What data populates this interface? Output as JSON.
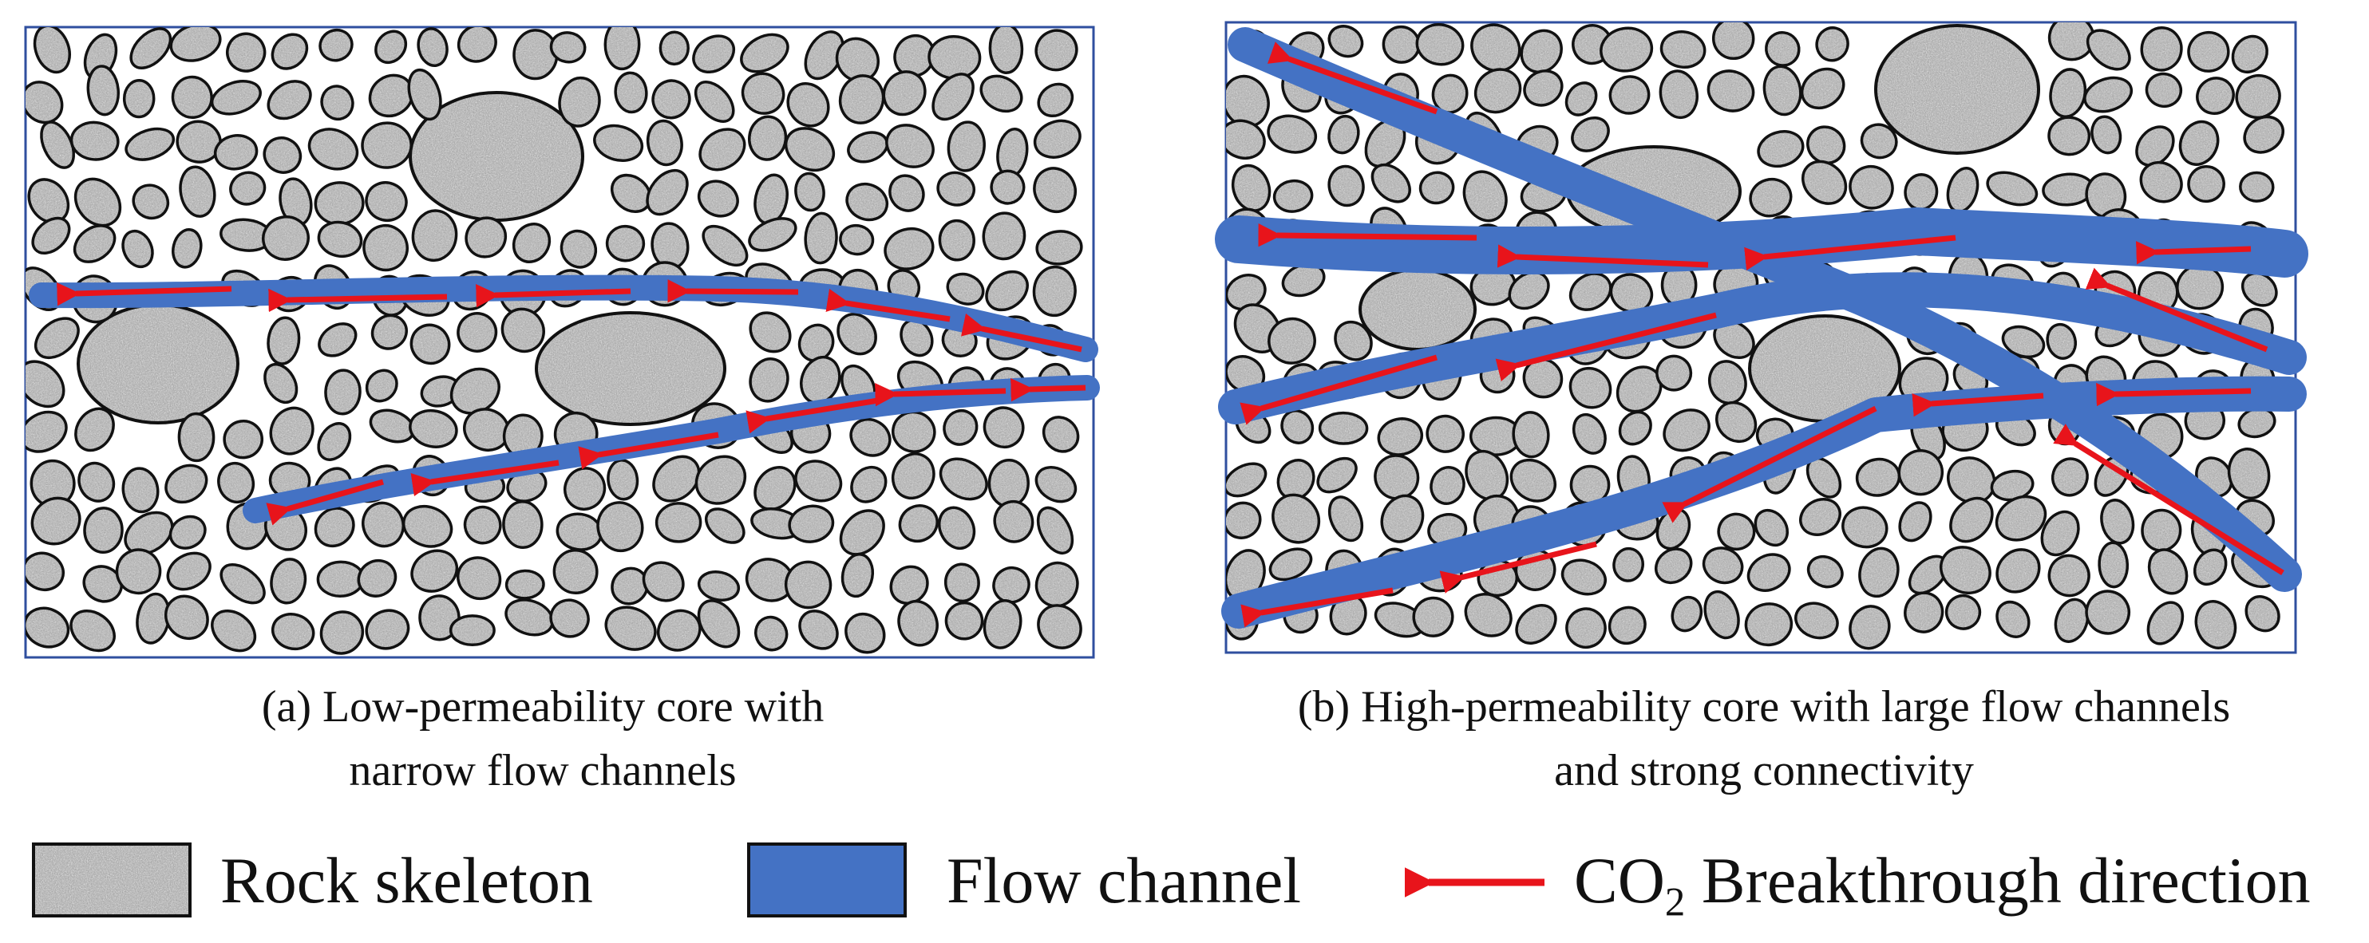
{
  "panels": {
    "a": {
      "caption_line1": "(a) Low-permeability core with",
      "caption_line2": "narrow flow channels"
    },
    "b": {
      "caption_line1": "(b) High-permeability core with large flow channels",
      "caption_line2": "and strong connectivity"
    }
  },
  "legend": {
    "rock_label": "Rock skeleton",
    "channel_label": "Flow channel",
    "co2_main": "CO",
    "co2_sub": "2",
    "co2_rest": " Breakthrough direction"
  },
  "colors": {
    "channel": "#4472C4",
    "arrow": "#E8141B",
    "frame": "#2F4F9F",
    "grain_stroke": "#111111",
    "grain_fill": "#a9a9a9"
  }
}
